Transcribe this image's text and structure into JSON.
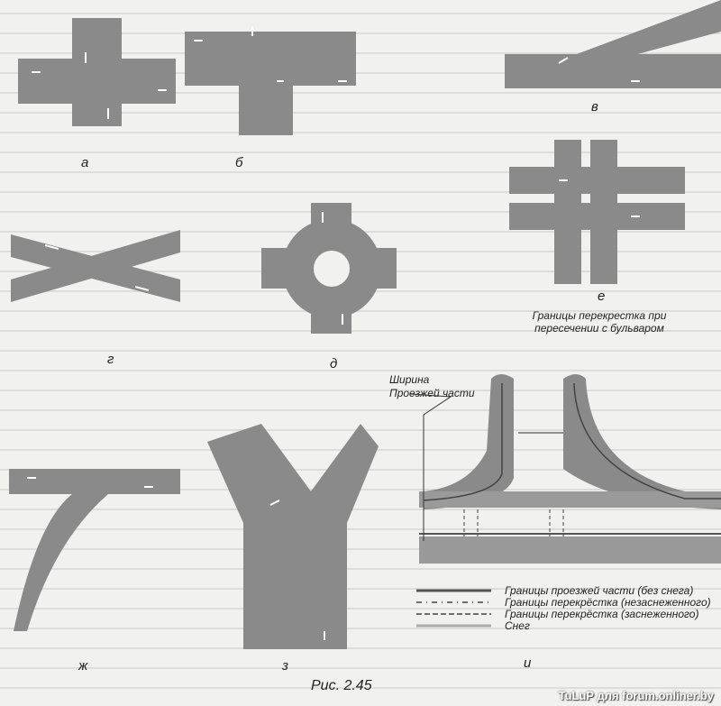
{
  "figure": {
    "panels": [
      {
        "id": "a",
        "label": "а"
      },
      {
        "id": "b",
        "label": "б"
      },
      {
        "id": "v",
        "label": "в"
      },
      {
        "id": "g",
        "label": "г"
      },
      {
        "id": "d",
        "label": "д"
      },
      {
        "id": "e",
        "label": "е"
      },
      {
        "id": "zh",
        "label": "ж"
      },
      {
        "id": "z",
        "label": "з"
      },
      {
        "id": "i",
        "label": "и"
      }
    ],
    "caption_e": "Границы перекрестка при пересечении с бульваром",
    "width_label_line1": "Ширина",
    "width_label_line2": "Проезжей части",
    "legend": [
      {
        "style": "solid",
        "text": "Границы проезжей части (без снега)"
      },
      {
        "style": "dash-dot",
        "text": "Границы перекрёстка (незаснеженного)"
      },
      {
        "style": "dashed",
        "text": "Границы перекрёстка (заснеженного)"
      },
      {
        "style": "snow",
        "text": "Снег"
      }
    ],
    "title": "Рис. 2.45"
  },
  "watermark": "TuLuP для forum.onliner.by",
  "colors": {
    "road": "#8a8a8a",
    "page": "#f1f1f0",
    "line": "#ffffff"
  }
}
